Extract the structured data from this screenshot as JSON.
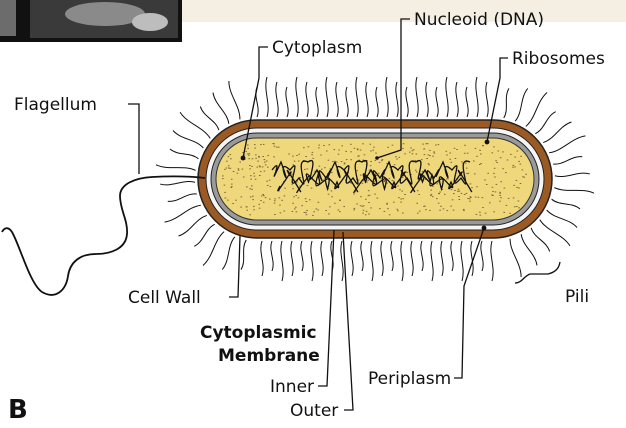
{
  "diagram": {
    "panel_letter": "B",
    "labels": {
      "nucleoid": "Nucleoid (DNA)",
      "cytoplasm": "Cytoplasm",
      "ribosomes": "Ribosomes",
      "flagellum": "Flagellum",
      "cell_wall": "Cell Wall",
      "pili": "Pili",
      "cytoplasmic_membrane_line1": "Cytoplasmic",
      "cytoplasmic_membrane_line2": "Membrane",
      "inner": "Inner",
      "outer": "Outer",
      "periplasm": "Periplasm"
    },
    "colors": {
      "cell_wall": "#9b5a24",
      "membrane_gap": "#e9e9e9",
      "inner_membrane": "#9a9a9a",
      "cytoplasm": "#efd77c",
      "ribosome_dots": "#7a6a3a",
      "top_banner": "#f4efe2"
    }
  }
}
